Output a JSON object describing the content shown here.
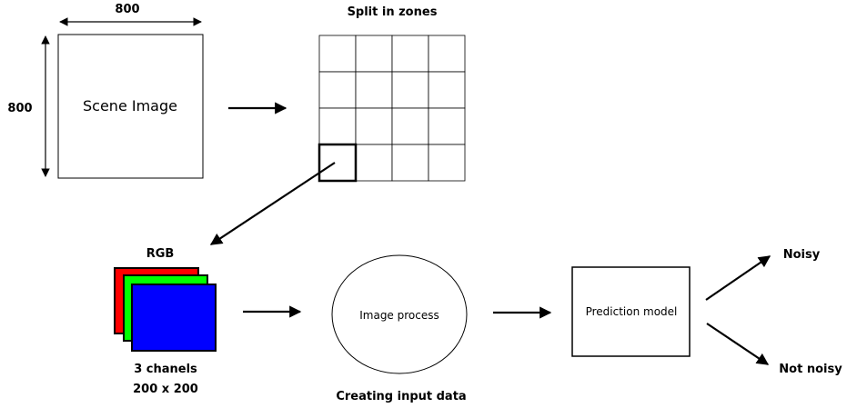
{
  "scene_image": {
    "label": "Scene Image",
    "width_label": "800",
    "height_label": "800"
  },
  "grid": {
    "title": "Split in zones",
    "rows": 4,
    "cols": 4,
    "highlighted_cell": "row 4, column 1"
  },
  "rgb": {
    "title": "RGB",
    "channels_label": "3 chanels",
    "size_label": "200 x 200",
    "colors": [
      "#ff0000",
      "#00ff00",
      "#0000ff"
    ]
  },
  "process": {
    "label": "Image process",
    "caption": "Creating input data"
  },
  "model": {
    "label": "Prediction model"
  },
  "outputs": {
    "noisy": "Noisy",
    "not_noisy": "Not noisy"
  }
}
